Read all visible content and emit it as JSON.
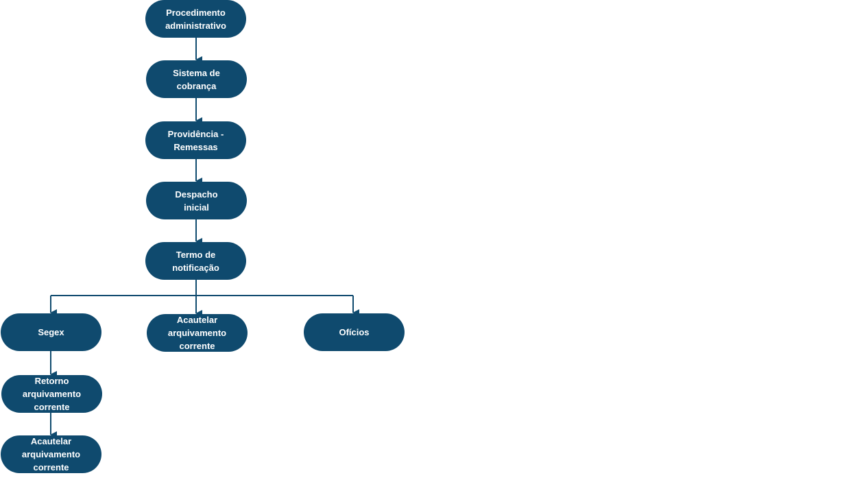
{
  "nodes": {
    "procedimento": "Procedimento\nadministrativo",
    "sistema": "Sistema de\ncobrança",
    "providencia": "Providência -\nRemessas",
    "despacho": "Despacho\ninicial",
    "termo": "Termo de\nnotificação",
    "segex": "Segex",
    "acautelar_1": "Acautelar\narquivamento\ncorrente",
    "oficios": "Ofícios",
    "retorno": "Retorno\narquivamento\ncorrente",
    "acautelar_2": "Acautelar\narquivamento\ncorrente"
  },
  "colors": {
    "node_fill": "#0f4a6e",
    "node_text": "#ffffff",
    "connector": "#0f4a6e"
  }
}
